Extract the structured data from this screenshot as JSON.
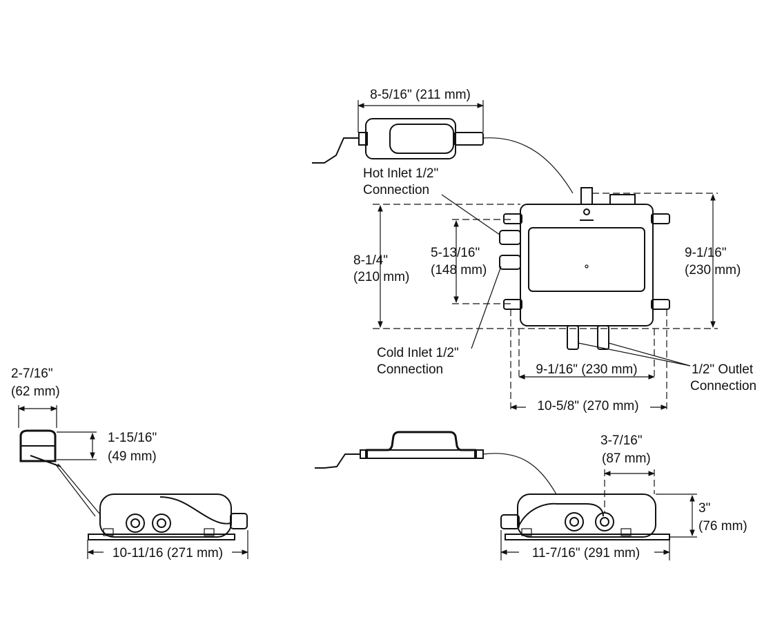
{
  "top_view": {
    "controller_width": "8-5/16\" (211 mm)",
    "hot_inlet": {
      "line1": "Hot Inlet 1/2\"",
      "line2": "Connection"
    },
    "cold_inlet": {
      "line1": "Cold Inlet 1/2\"",
      "line2": "Connection"
    },
    "valve_height": {
      "line1": "8-1/4\"",
      "line2": "(210 mm)"
    },
    "inlet_spacing": {
      "line1": "5-13/16\"",
      "line2": "(148 mm)"
    },
    "overall_height": {
      "line1": "9-1/16\"",
      "line2": "(230 mm)"
    },
    "outlet": {
      "line1": "1/2\" Outlet",
      "line2": "Connection"
    },
    "body_width": "9-1/16\" (230 mm)",
    "overall_width": "10-5/8\" (270 mm)"
  },
  "side_view_left": {
    "controller_width": {
      "line1": "2-7/16\"",
      "line2": "(62 mm)"
    },
    "controller_height": {
      "line1": "1-15/16\"",
      "line2": "(49 mm)"
    },
    "valve_length": "10-11/16 (271 mm)"
  },
  "side_view_right": {
    "outlet_offset": {
      "line1": "3-7/16\"",
      "line2": "(87 mm)"
    },
    "valve_height": {
      "line1": "3\"",
      "line2": "(76 mm)"
    },
    "valve_length": "11-7/16\" (291 mm)"
  }
}
